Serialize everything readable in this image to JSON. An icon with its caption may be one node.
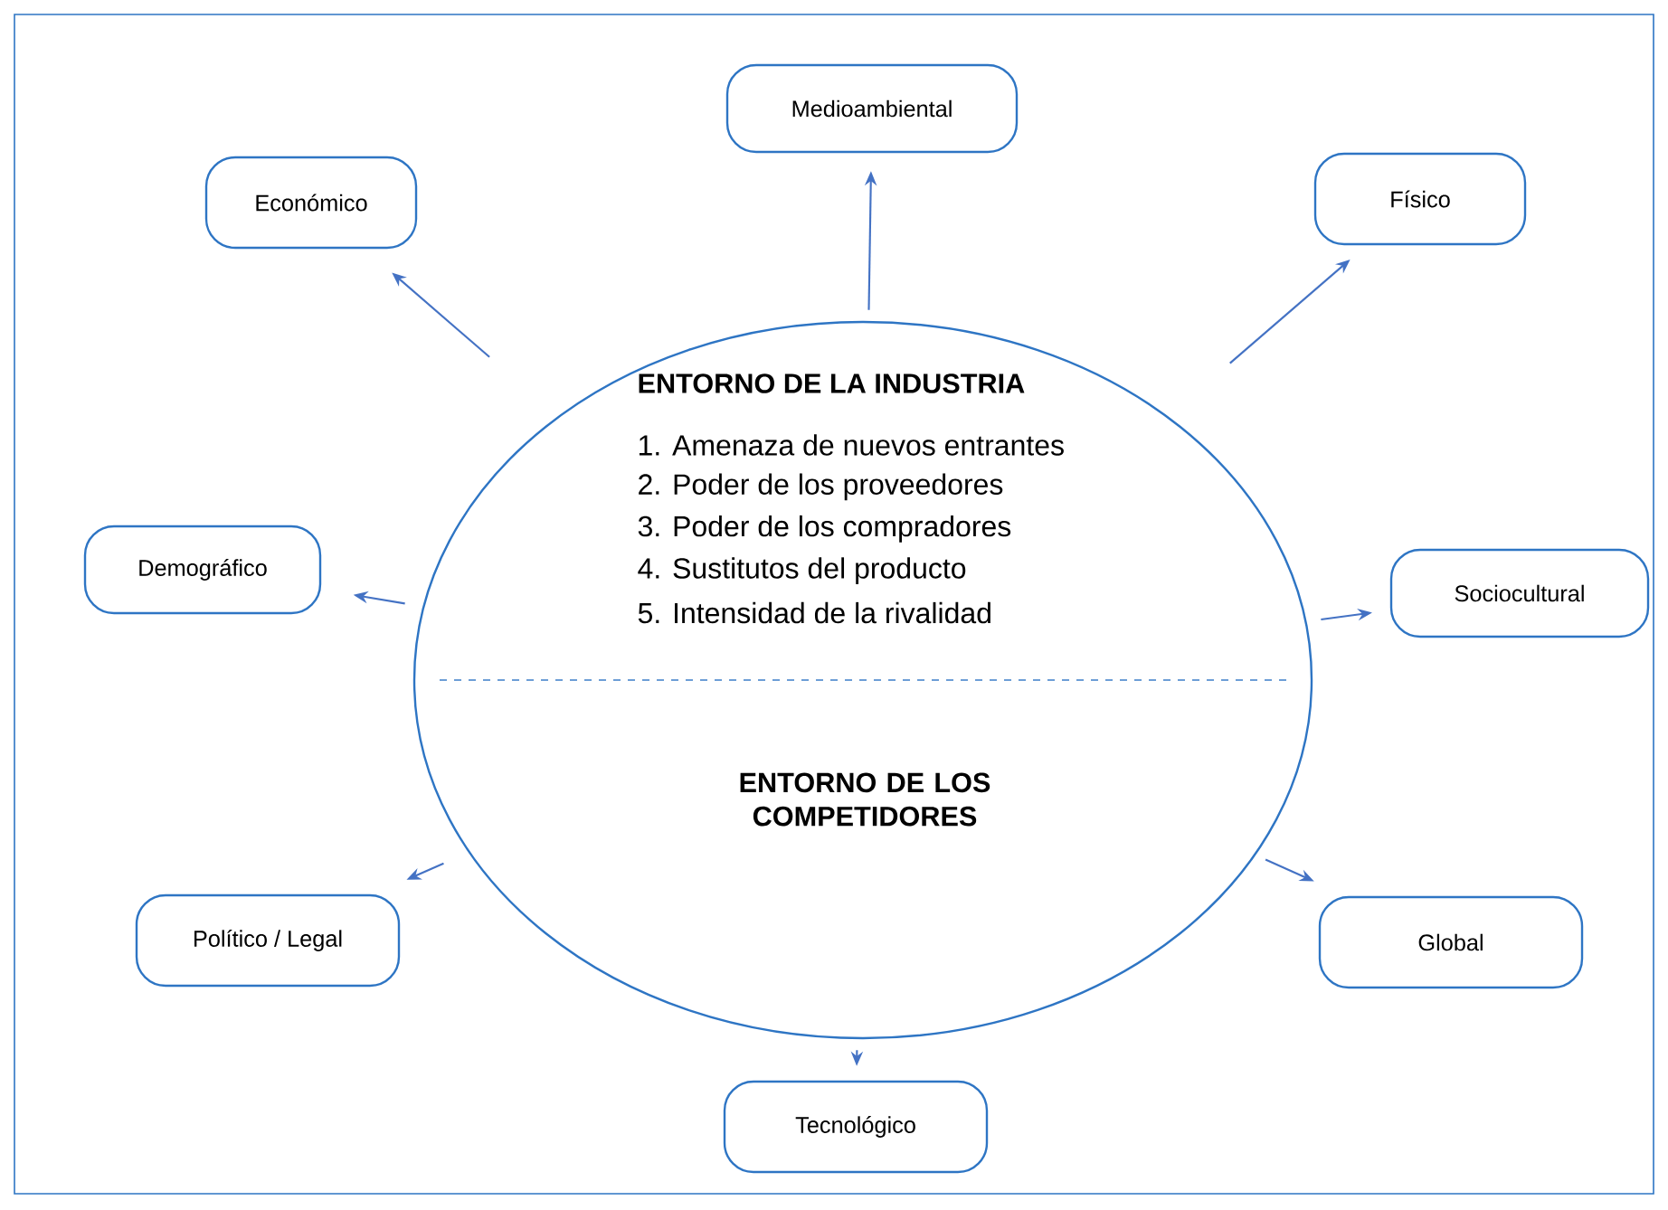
{
  "diagram": {
    "nodes": [
      {
        "text": [
          "ENTORNO DE LA INDUSTRIA",
          "1. Amenaza de nuevos entrantes",
          "2. Poder de los proveedores",
          "3. Poder de los compradores",
          "4. Sustitutos del producto",
          "5. Intensidad de la rivalidad",
          "ENTORNO DE LOS COMPETIDORES"
        ]
      },
      {
        "text": [
          "Medioambiental"
        ]
      },
      {
        "text": [
          "Económico"
        ]
      },
      {
        "text": [
          "Físico"
        ]
      },
      {
        "text": [
          "Demográfico"
        ]
      },
      {
        "text": [
          "Sociocultural"
        ]
      },
      {
        "text": [
          "Político / Legal"
        ]
      },
      {
        "text": [
          "Global"
        ]
      },
      {
        "text": [
          "Tecnológico"
        ]
      }
    ],
    "edges": [
      {
        "from": 0,
        "to": 1,
        "arrow": "to"
      },
      {
        "from": 0,
        "to": 2,
        "arrow": "to"
      },
      {
        "from": 0,
        "to": 3,
        "arrow": "to"
      },
      {
        "from": 0,
        "to": 4,
        "arrow": "to"
      },
      {
        "from": 0,
        "to": 5,
        "arrow": "to"
      },
      {
        "from": 0,
        "to": 6,
        "arrow": "to"
      },
      {
        "from": 0,
        "to": 7,
        "arrow": "to"
      },
      {
        "from": 0,
        "to": 8,
        "arrow": "to"
      }
    ]
  }
}
